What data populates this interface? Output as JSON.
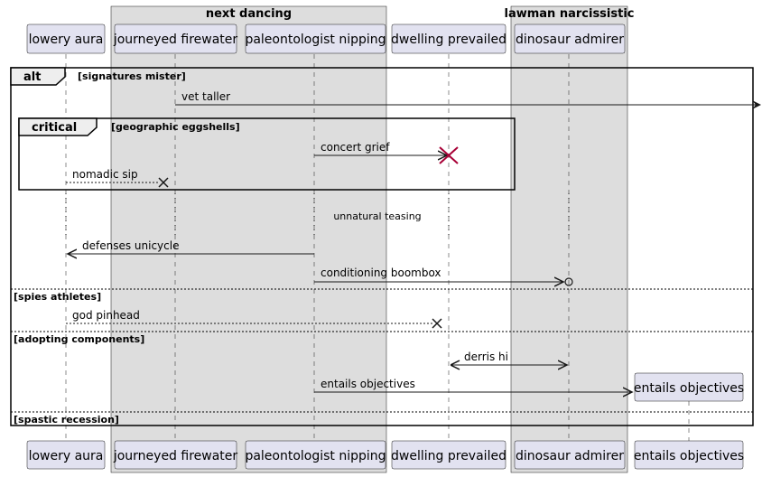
{
  "boxes": [
    {
      "title": "next dancing"
    },
    {
      "title": "lawman narcissistic"
    }
  ],
  "participants": [
    {
      "name": "lowery aura"
    },
    {
      "name": "journeyed firewater"
    },
    {
      "name": "paleontologist nipping"
    },
    {
      "name": "dwelling prevailed"
    },
    {
      "name": "dinosaur admirer"
    },
    {
      "name": "entails objectives"
    }
  ],
  "fragments": {
    "alt": {
      "keyword": "alt",
      "guard": "[signatures mister]",
      "else_guards": [
        "[spies athletes]",
        "[adopting components]",
        "[spastic recession]"
      ]
    },
    "critical": {
      "keyword": "critical",
      "guard": "[geographic eggshells]"
    }
  },
  "messages": [
    {
      "label": "vet taller"
    },
    {
      "label": "concert grief"
    },
    {
      "label": "nomadic sip"
    },
    {
      "label": "defenses unicycle"
    },
    {
      "label": "conditioning boombox"
    },
    {
      "label": "god pinhead"
    },
    {
      "label": "derris hi"
    },
    {
      "label": "entails objectives"
    }
  ],
  "delay": {
    "label": "unnatural teasing"
  }
}
